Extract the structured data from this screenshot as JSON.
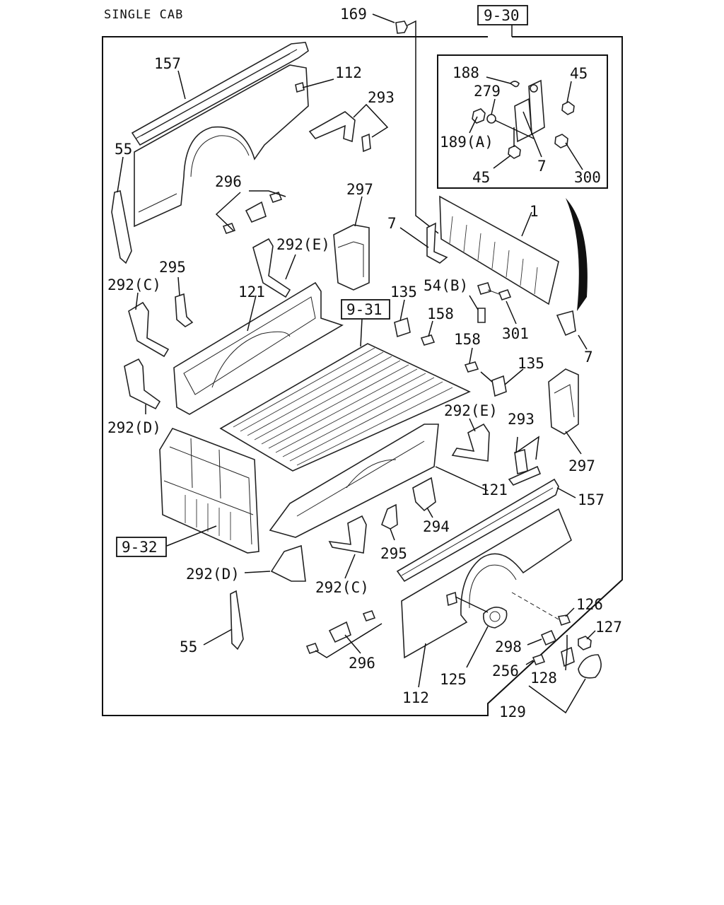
{
  "header": {
    "title": "SINGLE CAB"
  },
  "refs": {
    "r930": "9-30",
    "r931": "9-31",
    "r932": "9-32"
  },
  "labels": {
    "l169": "169",
    "l157a": "157",
    "l157b": "157",
    "l112a": "112",
    "l112b": "112",
    "l293a": "293",
    "l293b": "293",
    "l55a": "55",
    "l55b": "55",
    "l296a": "296",
    "l296b": "296",
    "l297a": "297",
    "l297b": "297",
    "l292Ea": "292(E)",
    "l292Eb": "292(E)",
    "l292Ca": "292(C)",
    "l292Cb": "292(C)",
    "l292Da": "292(D)",
    "l292Db": "292(D)",
    "l295a": "295",
    "l295b": "295",
    "l121a": "121",
    "l121b": "121",
    "l7a": "7",
    "l7b": "7",
    "l7c": "7",
    "l1": "1",
    "l135a": "135",
    "l135b": "135",
    "l54B": "54(B)",
    "l158a": "158",
    "l158b": "158",
    "l301": "301",
    "l188": "188",
    "l279": "279",
    "l45a": "45",
    "l45b": "45",
    "l189A": "189(A)",
    "l300": "300",
    "l294": "294",
    "l126": "126",
    "l127": "127",
    "l298": "298",
    "l256": "256",
    "l128": "128",
    "l129": "129",
    "l125": "125"
  },
  "icons": {
    "hatching": "ribbed-panel",
    "fasteners": "bolt-icons"
  }
}
